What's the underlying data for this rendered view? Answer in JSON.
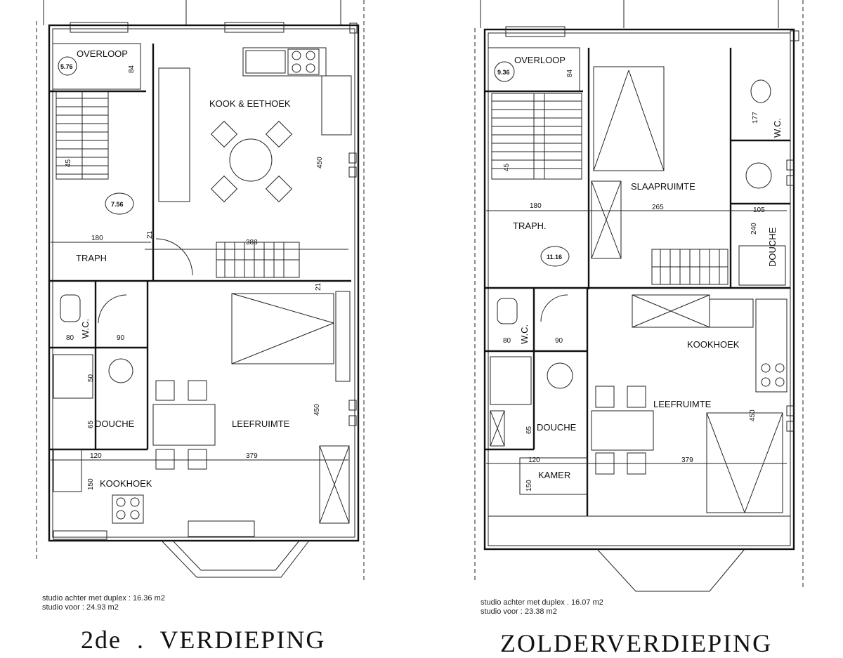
{
  "left_plan": {
    "rooms": {
      "overloop": "OVERLOOP",
      "kook_eethoek": "KOOK & EETHOEK",
      "traph": "TRAPH",
      "wc": "W.C.",
      "douche": "DOUCHE",
      "leefruimte": "LEEFRUIMTE",
      "kookhoek": "KOOKHOEK"
    },
    "areas": {
      "overloop": "5.76",
      "traph": "7.56"
    },
    "dims": {
      "d84": "84",
      "d450a": "450",
      "d45": "45",
      "d180": "180",
      "d388": "388",
      "d80": "80",
      "d90": "90",
      "d50": "50",
      "d65": "65",
      "d120": "120",
      "d150": "150",
      "d379": "379",
      "d450b": "450",
      "d21a": "21",
      "d21b": "21"
    },
    "notes": [
      "studio achter met duplex : 16.36 m2",
      "studio voor : 24.93 m2"
    ],
    "title": "2de  .  VERDIEPING"
  },
  "right_plan": {
    "rooms": {
      "overloop": "OVERLOOP",
      "wc_top": "W.C.",
      "slaapruimte": "SLAAPRUIMTE",
      "traph": "TRAPH.",
      "douche_top": "DOUCHE",
      "wc": "W.C.",
      "kookhoek": "KOOKHOEK",
      "leefruimte": "LEEFRUIMTE",
      "douche": "DOUCHE",
      "kamer": "KAMER"
    },
    "areas": {
      "overloop": "9.36",
      "traph": "11.16"
    },
    "dims": {
      "d84": "84",
      "d177": "177",
      "d45": "45",
      "d180": "180",
      "d265": "265",
      "d105": "105",
      "d240": "240",
      "d80": "80",
      "d90": "90",
      "d65": "65",
      "d120": "120",
      "d150": "150",
      "d379": "379",
      "d450": "450"
    },
    "notes": [
      "studio achter met duplex . 16.07 m2",
      "studio voor : 23.38 m2"
    ],
    "title": "ZOLDERVERDIEPING"
  }
}
